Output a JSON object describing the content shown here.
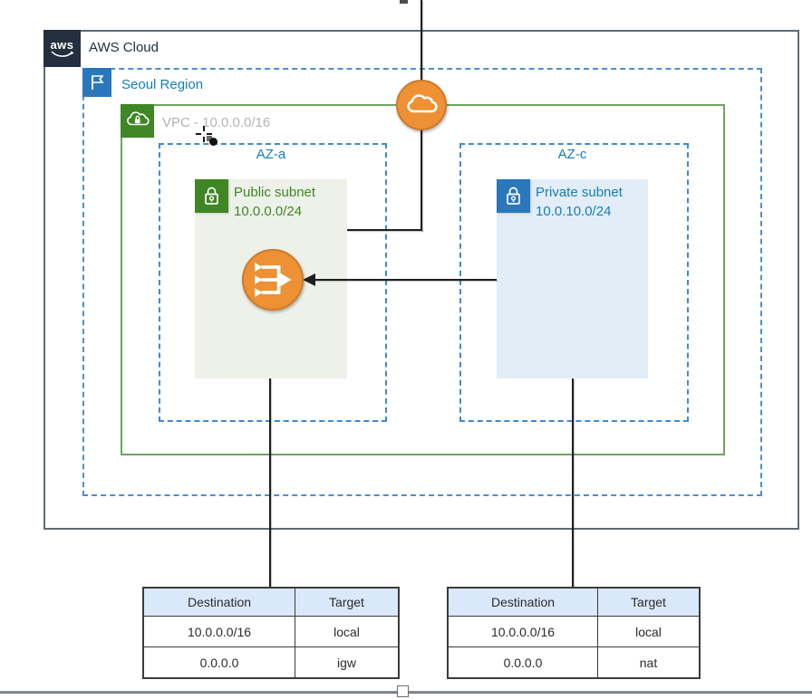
{
  "diagram": {
    "aws_logo_text": "aws",
    "aws_cloud_label": "AWS Cloud",
    "region_label": "Seoul Region",
    "vpc_label": "VPC - 10.0.0.0/16",
    "az_a_label": "AZ-a",
    "az_c_label": "AZ-c",
    "public_subnet": {
      "name": "Public subnet",
      "cidr": "10.0.0.0/24"
    },
    "private_subnet": {
      "name": "Private subnet",
      "cidr": "10.0.10.0/24"
    }
  },
  "route_tables": {
    "public": {
      "header": [
        "Destination",
        "Target"
      ],
      "rows": [
        [
          "10.0.0.0/16",
          "local"
        ],
        [
          "0.0.0.0",
          "igw"
        ]
      ]
    },
    "private": {
      "header": [
        "Destination",
        "Target"
      ],
      "rows": [
        [
          "10.0.0.0/16",
          "local"
        ],
        [
          "0.0.0.0",
          "nat"
        ]
      ]
    }
  },
  "colors": {
    "aws_dark": "#232F3E",
    "region_blue": "#147EBA",
    "vpc_green_border": "#6CA45F",
    "subnet_green": "#3F8624",
    "subnet_icon_blue": "#2B77BC",
    "gateway_orange": "#ED9134",
    "public_subnet_fill": "#EDF1E9",
    "private_subnet_fill": "#E2EDF7",
    "table_header_fill": "#DAE8FC"
  },
  "icons": {
    "aws_logo": "aws-logo",
    "region_flag": "flag-icon",
    "vpc": "vpc-cloud-lock-icon",
    "public_subnet": "lock-icon",
    "private_subnet": "lock-icon",
    "internet_gateway": "internet-gateway-cloud-icon",
    "nat_gateway": "nat-gateway-icon"
  }
}
